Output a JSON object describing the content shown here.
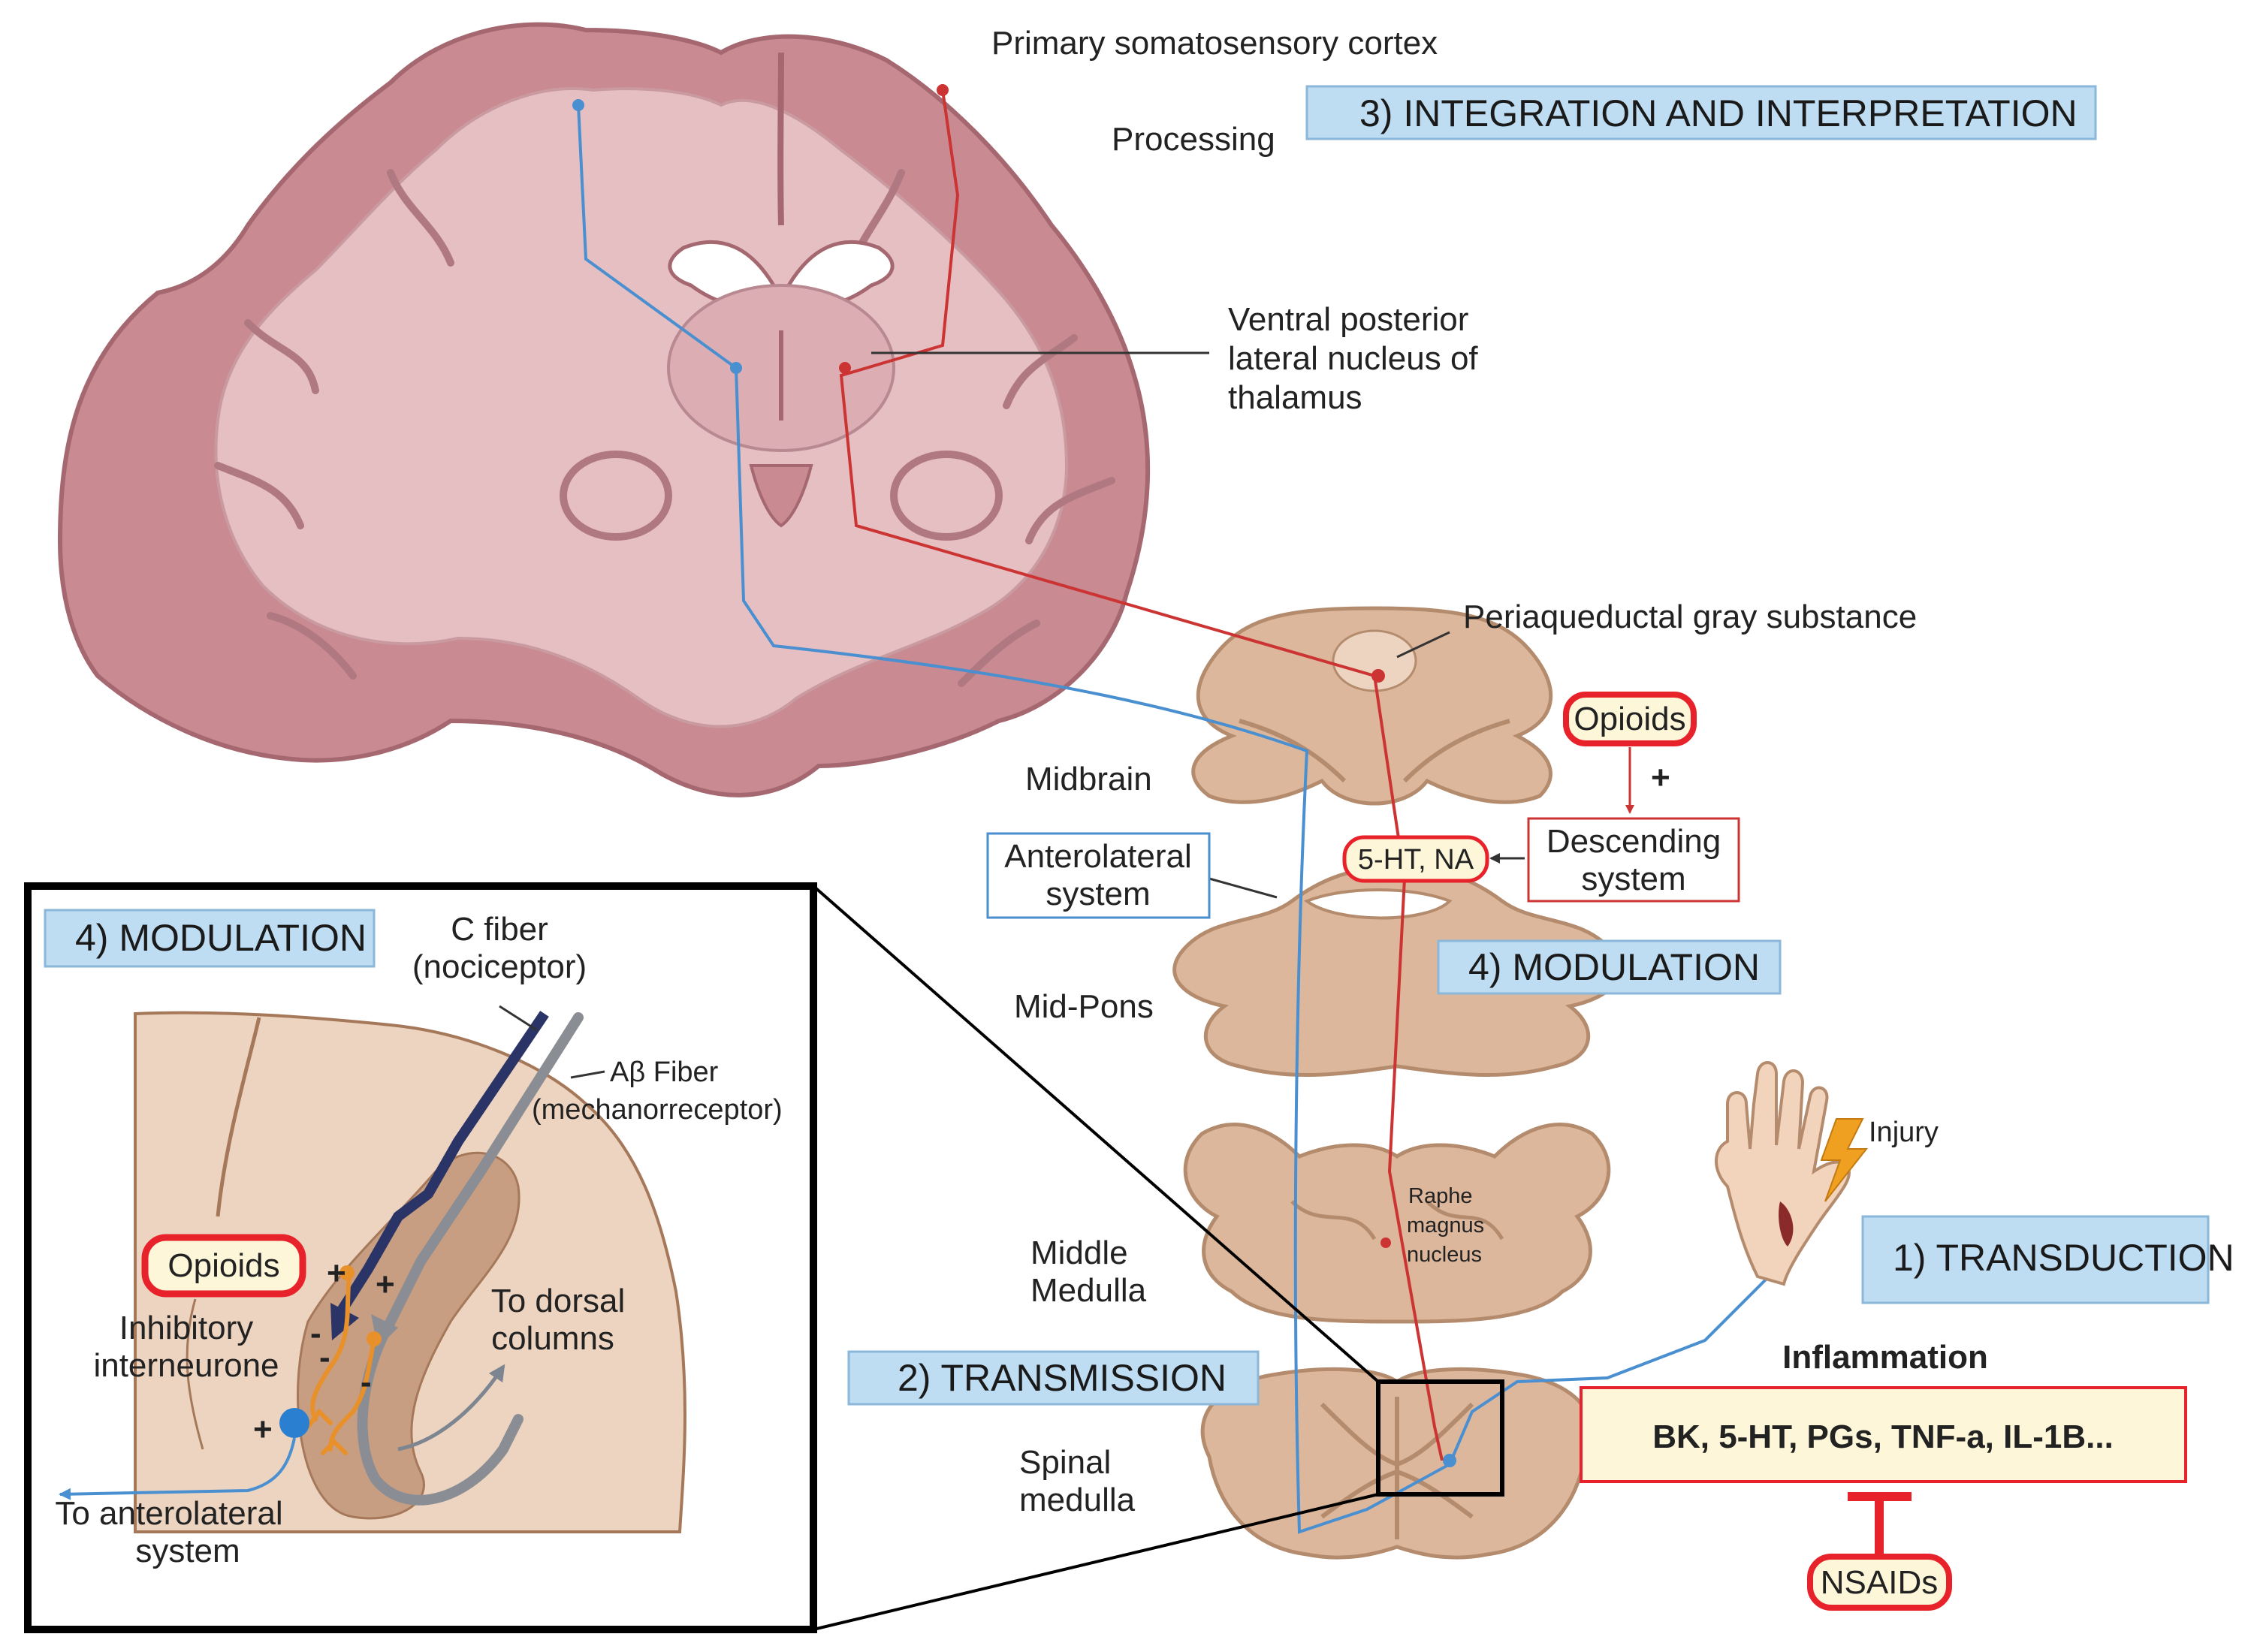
{
  "labels": {
    "primary_cortex": "Primary somatosensory cortex",
    "processing": "Processing",
    "vpl": [
      "Ventral posterior",
      "lateral nucleus of",
      "thalamus"
    ],
    "pag": "Periaqueductal gray substance",
    "midbrain": "Midbrain",
    "anterolateral": [
      "Anterolateral",
      "system"
    ],
    "mid_pons": "Mid-Pons",
    "raphe": [
      "Raphe",
      "magnus",
      "nucleus"
    ],
    "middle_medulla": [
      "Middle",
      "Medulla"
    ],
    "spinal_medulla": [
      "Spinal",
      "medulla"
    ],
    "injury": "Injury",
    "inflammation": "Inflammation",
    "mediators": "BK, 5-HT, PGs, TNF-a, IL-1B...",
    "nsaids": "NSAIDs",
    "opioids": "Opioids",
    "plus": "+",
    "minus": "-",
    "descending": [
      "Descending",
      "system"
    ],
    "ht_na": "5-HT, NA"
  },
  "stages": {
    "integration": "3)  INTEGRATION AND INTERPRETATION",
    "modulation": "4) MODULATION",
    "transduction": "1) TRANSDUCTION",
    "transmission": "2) TRANSMISSION"
  },
  "inset": {
    "title": "4) MODULATION",
    "c_fiber": [
      "C fiber",
      "(nociceptor)"
    ],
    "ab_fiber": [
      "Aβ Fiber",
      "(mechanorreceptor)"
    ],
    "opioids": "Opioids",
    "interneurone": [
      "Inhibitory",
      "interneurone"
    ],
    "dorsal_columns": [
      "To dorsal",
      "columns"
    ],
    "to_anterolateral": [
      "To anterolateral",
      "system"
    ]
  },
  "colors": {
    "brain_outer": "#c98a92",
    "brain_inner": "#e6bfc3",
    "brainstem": "#dcb79c",
    "brainstem_light": "#ecd4c0",
    "stage_box": "#bedcf2",
    "stage_border": "#8ab7da",
    "ascending": "#4a8fd0",
    "descending": "#cc3333",
    "highlight": "#e8222a",
    "mediator_box": "#fdf6d8",
    "c_fiber": "#2a3466",
    "ab_fiber": "#8a8d93",
    "interneurone": "#e8902a"
  },
  "icons": [
    "hand-icon",
    "lightning-icon",
    "inhibition-icon",
    "neuron-icon"
  ]
}
